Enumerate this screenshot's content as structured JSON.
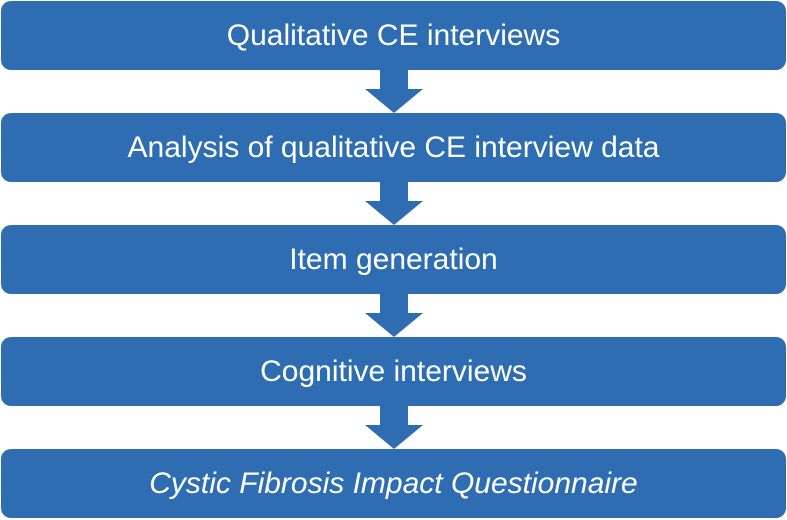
{
  "diagram": {
    "steps": [
      {
        "label": "Qualitative CE interviews",
        "italic": false
      },
      {
        "label": "Analysis of qualitative CE interview data",
        "italic": false
      },
      {
        "label": "Item generation",
        "italic": false
      },
      {
        "label": "Cognitive interviews",
        "italic": false
      },
      {
        "label": "Cystic Fibrosis Impact Questionnaire",
        "italic": true
      }
    ]
  },
  "colors": {
    "box_fill": "#2f6db3",
    "text": "#ffffff"
  }
}
